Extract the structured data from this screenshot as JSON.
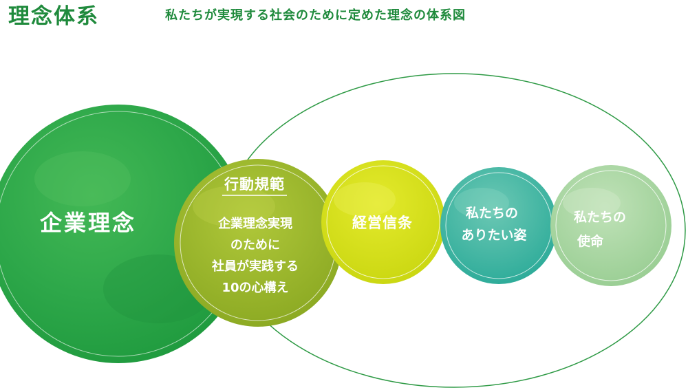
{
  "header": {
    "title": "理念体系",
    "subtitle": "私たちが実現する社会のために定めた理念の体系図"
  },
  "diagram": {
    "corporate_philosophy": "企業理念",
    "code_of_conduct": {
      "heading": "行動規範",
      "lines": [
        "企業理念実現",
        "のために",
        "社員が実践する",
        "10の心構え"
      ]
    },
    "management_creed": "経営信条",
    "ideal_self": {
      "lines": [
        "私たちの",
        "ありたい姿"
      ]
    },
    "mission": {
      "lines": [
        "私たちの",
        "使命"
      ]
    }
  },
  "colors": {
    "title_green": "#1f8a3c",
    "outline_green": "#2e9a45",
    "philosophy_green": "#2ea84a",
    "conduct_olive": "#98b628",
    "creed_yellow": "#d4df14",
    "ideal_teal": "#3fb7a4",
    "mission_pale_green": "#a8d6a2"
  }
}
